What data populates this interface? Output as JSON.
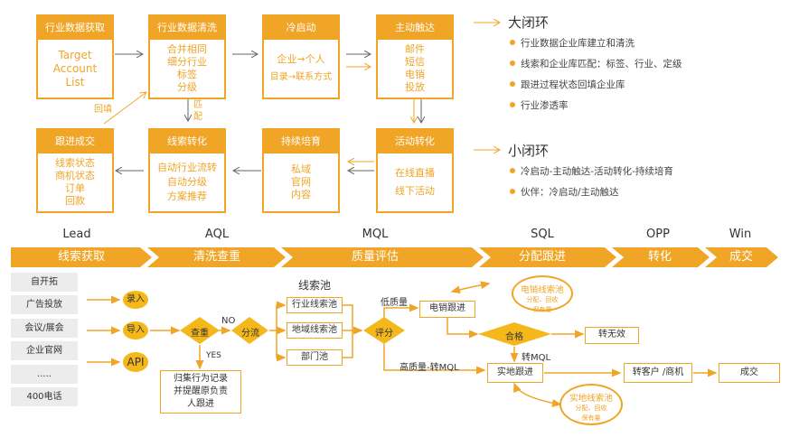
{
  "top_flow": {
    "boxes": [
      {
        "title": "行业数据获取",
        "lines": [
          "Target",
          "Account",
          "List"
        ]
      },
      {
        "title": "行业数据清洗",
        "lines": [
          "合并相同",
          "细分行业",
          "标签",
          "分级"
        ]
      },
      {
        "title": "冷启动",
        "lines": [
          "企业→个人",
          "目录→联系方式"
        ]
      },
      {
        "title": "主动触达",
        "lines": [
          "邮件",
          "短信",
          "电销",
          "投放"
        ]
      },
      {
        "title": "活动转化",
        "lines": [
          "在线直播",
          "线下活动"
        ]
      },
      {
        "title": "持续培育",
        "lines": [
          "私域",
          "官网",
          "内容"
        ]
      },
      {
        "title": "线索转化",
        "lines": [
          "自动行业流转",
          "自动分级",
          "方案推荐"
        ]
      },
      {
        "title": "跟进成交",
        "lines": [
          "线索状态",
          "商机状态",
          "订单",
          "回款"
        ]
      }
    ],
    "edge_labels": {
      "backfill": "回填",
      "match": "匹配"
    }
  },
  "loops": {
    "big": {
      "title": "大闭环",
      "items": [
        "行业数据企业库建立和清洗",
        "线索和企业库匹配：标签、行业、定级",
        "跟进过程状态回填企业库",
        "行业渗透率"
      ]
    },
    "small": {
      "title": "小闭环",
      "items": [
        "冷启动-主动触达-活动转化-持续培育",
        "伙伴：冷启动/主动触达"
      ]
    }
  },
  "stages": [
    {
      "code": "Lead",
      "name": "线索获取"
    },
    {
      "code": "AQL",
      "name": "清洗查重"
    },
    {
      "code": "MQL",
      "name": "质量评估"
    },
    {
      "code": "SQL",
      "name": "分配跟进"
    },
    {
      "code": "OPP",
      "name": "转化"
    },
    {
      "code": "Win",
      "name": "成交"
    }
  ],
  "bottom_flow": {
    "sources": [
      "自开拓",
      "广告投放",
      "会议/展会",
      "企业官网",
      ".....",
      "400电话"
    ],
    "inputs": [
      "录入",
      "导入",
      "API"
    ],
    "dedupe": "查重",
    "no_label": "NO",
    "yes_label": "YES",
    "distribute": "分流",
    "yes_result": [
      "归集行为记录",
      "并提醒原负责",
      "人跟进"
    ],
    "pool_title": "线索池",
    "pools": [
      "行业线索池",
      "地域线索池",
      "部门池"
    ],
    "score": "评分",
    "low_quality": "低质量",
    "high_quality": "高质量-转MQL",
    "telesales": "电销跟进",
    "telesales_pool": {
      "title": "电销线索池",
      "line1": "分配、回收",
      "line2": "保有量"
    },
    "qualified": "合格",
    "invalid": "转无效",
    "to_mql": "转MQL",
    "field": "实地跟进",
    "field_pool": {
      "title": "实地线索池",
      "line1": "分配、回收",
      "line2": "保有量"
    },
    "to_customer": "转客户 /商机",
    "deal": "成交"
  },
  "colors": {
    "accent": "#f0a526",
    "diamond": "#f5b81b",
    "source_bg": "#ececec",
    "arrow_gray": "#666666"
  }
}
